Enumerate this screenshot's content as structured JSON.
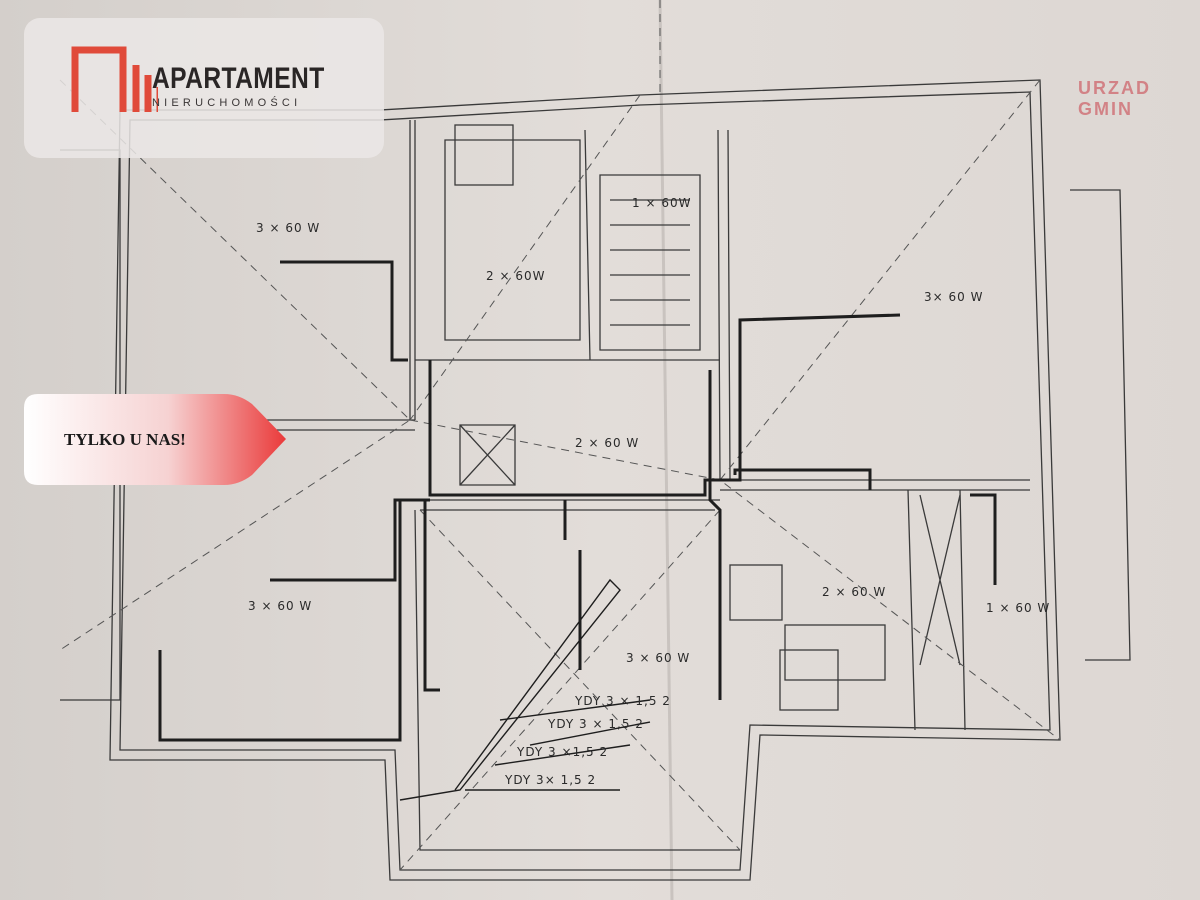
{
  "logo": {
    "title": "APARTAMENT",
    "subtitle": "NIERUCHOMOŚCI",
    "accent": "#e04a3a"
  },
  "badge": {
    "text": "TYLKO U NAS!",
    "color": "#e83a3a"
  },
  "stamp": {
    "text": "URZAD GMIN"
  },
  "plan": {
    "labels": [
      "3 × 60 W",
      "2 × 60W",
      "1 × 60W",
      "3× 60 W",
      "2 × 60 W",
      "3 × 60 W",
      "3 × 60 W",
      "2 × 60 W",
      "1 × 60 W"
    ],
    "cables": [
      "YDY 3 × 1,5 2",
      "YDY 3 × 1,5 2",
      "YDY 3 ×1,5 2",
      "YDY 3× 1,5 2"
    ]
  }
}
